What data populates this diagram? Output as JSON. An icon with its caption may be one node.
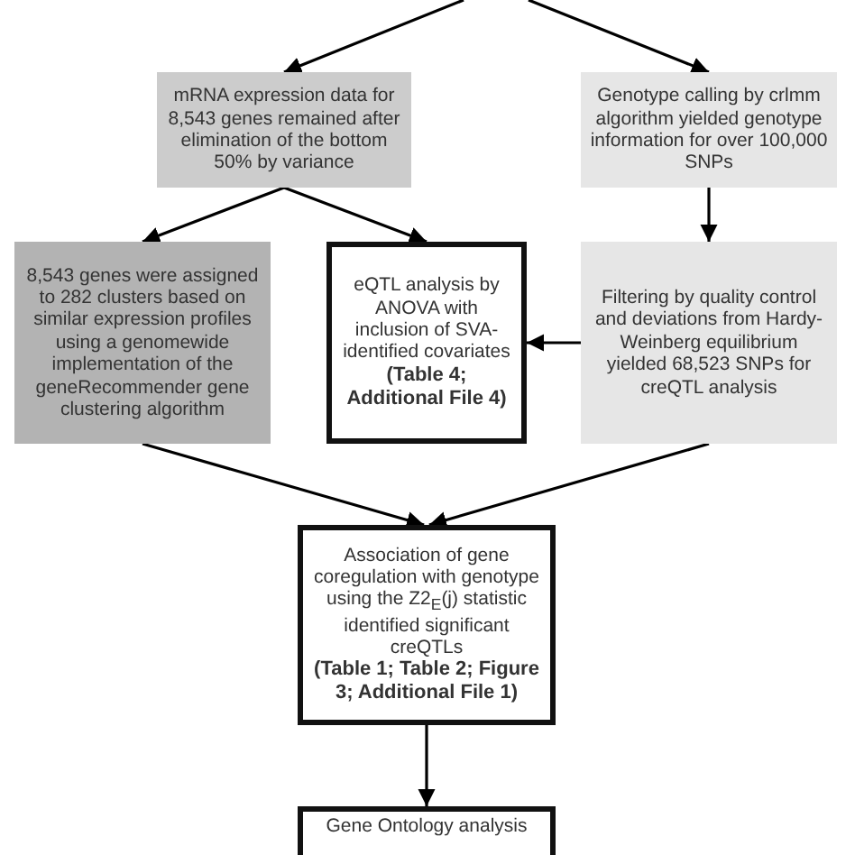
{
  "diagram": {
    "nodes": [
      {
        "text": [
          "mRNA expression data for 8,543 genes remained after elimination of the bottom 50% by variance"
        ]
      },
      {
        "text": [
          "Genotype calling by crlmm algorithm yielded genotype information for over 100,000 SNPs"
        ]
      },
      {
        "text": [
          "8,543 genes were assigned to 282 clusters based on similar expression profiles using a genomewide implementation of the geneRecommender gene clustering algorithm"
        ]
      },
      {
        "text": [
          "eQTL analysis by ANOVA with inclusion of SVA-identified covariates",
          "(Table 4; Additional File 4)"
        ]
      },
      {
        "text": [
          "Filtering by quality control and deviations from Hardy-Weinberg equilibrium yielded 68,523 SNPs for creQTL analysis"
        ]
      },
      {
        "text": [
          "Association of gene coregulation with genotype using the Z2$_{E}$(j) statistic identified significant creQTLs",
          "(Table 1; Table 2; Figure 3; Additional File 1)"
        ]
      },
      {
        "text": [
          "Gene Ontology analysis"
        ]
      }
    ],
    "edges": [
      {
        "from": null,
        "to": 0,
        "arrow": "to"
      },
      {
        "from": null,
        "to": 1,
        "arrow": "to"
      },
      {
        "from": 0,
        "to": 2,
        "arrow": "to"
      },
      {
        "from": 0,
        "to": 3,
        "arrow": "to"
      },
      {
        "from": 1,
        "to": 4,
        "arrow": "to"
      },
      {
        "from": 4,
        "to": 3,
        "arrow": "to"
      },
      {
        "from": 2,
        "to": 5,
        "arrow": "to"
      },
      {
        "from": 4,
        "to": 5,
        "arrow": "to"
      },
      {
        "from": 5,
        "to": 6,
        "arrow": "to"
      }
    ]
  }
}
